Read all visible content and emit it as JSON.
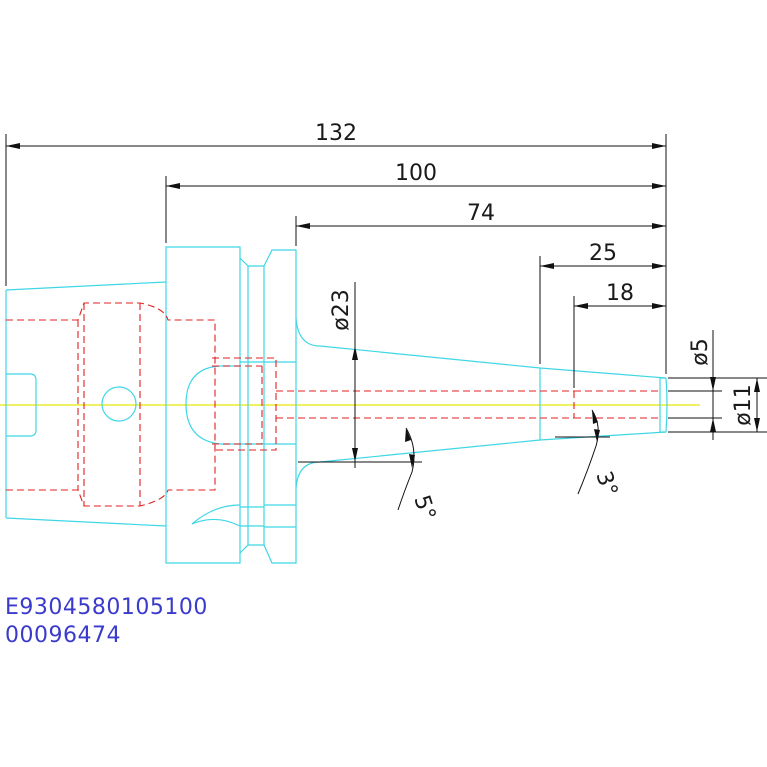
{
  "drawing": {
    "dimensions": {
      "len_132": "132",
      "len_100": "100",
      "len_74": "74",
      "len_25": "25",
      "len_18": "18",
      "dia_23": "ø23",
      "dia_5": "ø5",
      "dia_11": "ø11",
      "angle_5": "5°",
      "angle_3": "3°"
    },
    "codes": {
      "part_number": "E9304580105100",
      "item_number": "00096474"
    },
    "colors": {
      "outline": "#3fd6e6",
      "hidden_lines": "#e02020",
      "dimension_lines": "#111111",
      "centerline": "#e8e800",
      "code_text": "#3a3acc"
    }
  }
}
